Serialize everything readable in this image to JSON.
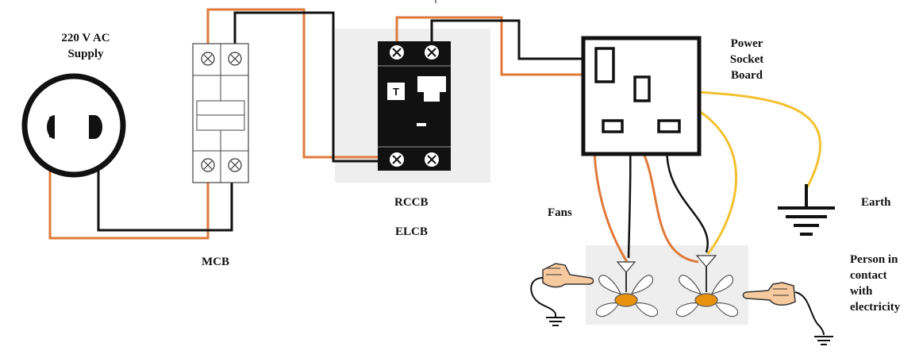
{
  "labels": {
    "supply_line1": "220 V AC",
    "supply_line2": "Supply",
    "mcb": "MCB",
    "rccb": "RCCB",
    "elcb": "ELCB",
    "socket_line1": "Power",
    "socket_line2": "Socket",
    "socket_line3": "Board",
    "earth": "Earth",
    "fans": "Fans",
    "person_line1": "Person in",
    "person_line2": "contact",
    "person_line3": "with",
    "person_line4": "electricity",
    "rccb_test_button": "T"
  },
  "colors": {
    "live_wire": "#e07a3a",
    "neutral_wire": "#111111",
    "earth_wire": "#f2c12e",
    "fan_hub": "#e8920c",
    "hand_skin": "#f7c99e",
    "panel_bg": "#eeeeee"
  }
}
